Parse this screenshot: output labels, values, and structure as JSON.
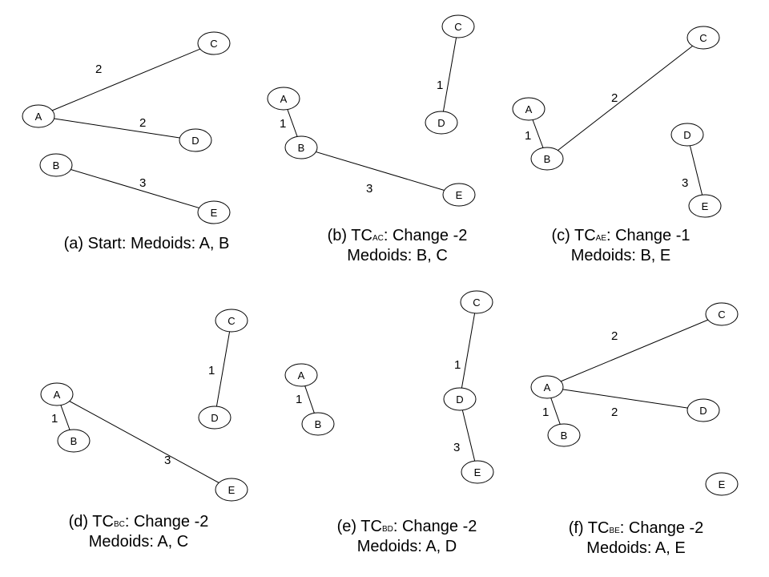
{
  "panels": [
    {
      "id": "a",
      "caption_line1": {
        "pre": "(a) Start: Medoids: A, B",
        "sub": "",
        "post": ""
      },
      "caption_line2": "",
      "nodes": [
        "C",
        "A",
        "D",
        "B",
        "E"
      ],
      "edge_weights": [
        "2",
        "2",
        "3"
      ]
    },
    {
      "id": "b",
      "caption_line1": {
        "pre": "(b) TC",
        "sub": "AC",
        "post": ": Change -2"
      },
      "caption_line2": "Medoids: B, C",
      "nodes": [
        "C",
        "D",
        "A",
        "B",
        "E"
      ],
      "edge_weights": [
        "1",
        "1",
        "3"
      ]
    },
    {
      "id": "c",
      "caption_line1": {
        "pre": "(c) TC",
        "sub": "AE",
        "post": ": Change -1"
      },
      "caption_line2": "Medoids: B, E",
      "nodes": [
        "C",
        "A",
        "B",
        "D",
        "E"
      ],
      "edge_weights": [
        "2",
        "1",
        "3"
      ]
    },
    {
      "id": "d",
      "caption_line1": {
        "pre": "(d) TC",
        "sub": "BC",
        "post": ": Change -2"
      },
      "caption_line2": "Medoids: A, C",
      "nodes": [
        "C",
        "D",
        "A",
        "B",
        "E"
      ],
      "edge_weights": [
        "1",
        "1",
        "3"
      ]
    },
    {
      "id": "e",
      "caption_line1": {
        "pre": "(e) TC",
        "sub": "BD",
        "post": ": Change -2"
      },
      "caption_line2": "Medoids: A, D",
      "nodes": [
        "C",
        "D",
        "E",
        "A",
        "B"
      ],
      "edge_weights": [
        "1",
        "3",
        "1"
      ]
    },
    {
      "id": "f",
      "caption_line1": {
        "pre": "(f) TC",
        "sub": "BE",
        "post": ": Change -2"
      },
      "caption_line2": "Medoids: A, E",
      "nodes": [
        "C",
        "A",
        "D",
        "B",
        "E"
      ],
      "edge_weights": [
        "2",
        "2",
        "1"
      ]
    }
  ]
}
